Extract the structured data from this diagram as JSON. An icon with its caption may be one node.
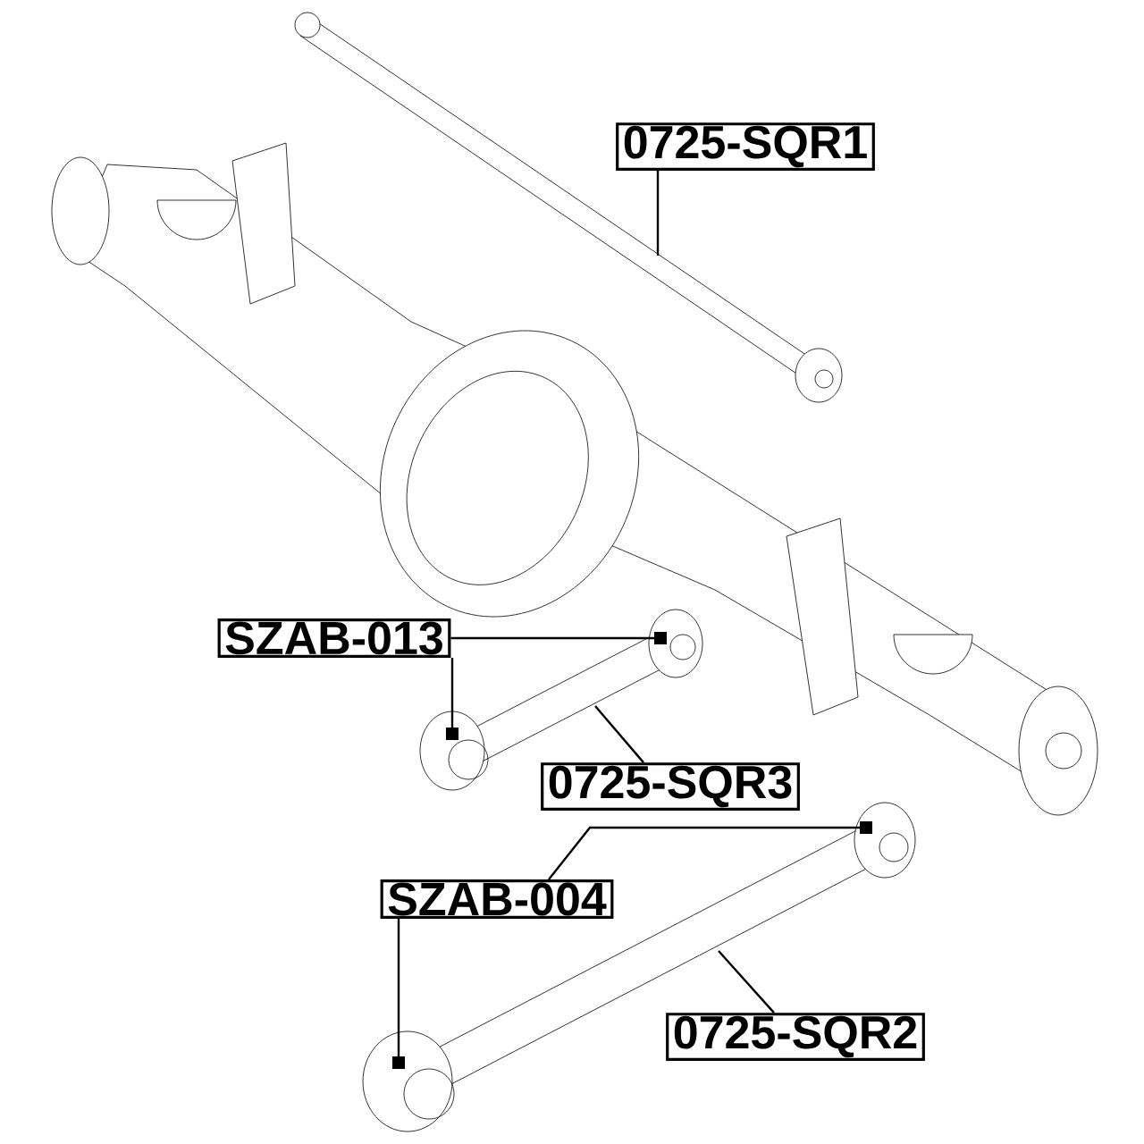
{
  "diagram": {
    "nodes": [
      {
        "text": [
          "0725-SQR1"
        ]
      },
      {
        "text": [
          "SZAB-013"
        ]
      },
      {
        "text": [
          "0725-SQR3"
        ]
      },
      {
        "text": [
          "SZAB-004"
        ]
      },
      {
        "text": [
          "0725-SQR2"
        ]
      }
    ],
    "edges": [
      {
        "from": 0,
        "to": null,
        "arrow": "none"
      },
      {
        "from": 1,
        "to": null,
        "arrow": "other"
      },
      {
        "from": 1,
        "to": null,
        "arrow": "other"
      },
      {
        "from": 2,
        "to": null,
        "arrow": "none"
      },
      {
        "from": 3,
        "to": null,
        "arrow": "other"
      },
      {
        "from": 3,
        "to": null,
        "arrow": "other"
      },
      {
        "from": 4,
        "to": null,
        "arrow": "none"
      }
    ]
  }
}
